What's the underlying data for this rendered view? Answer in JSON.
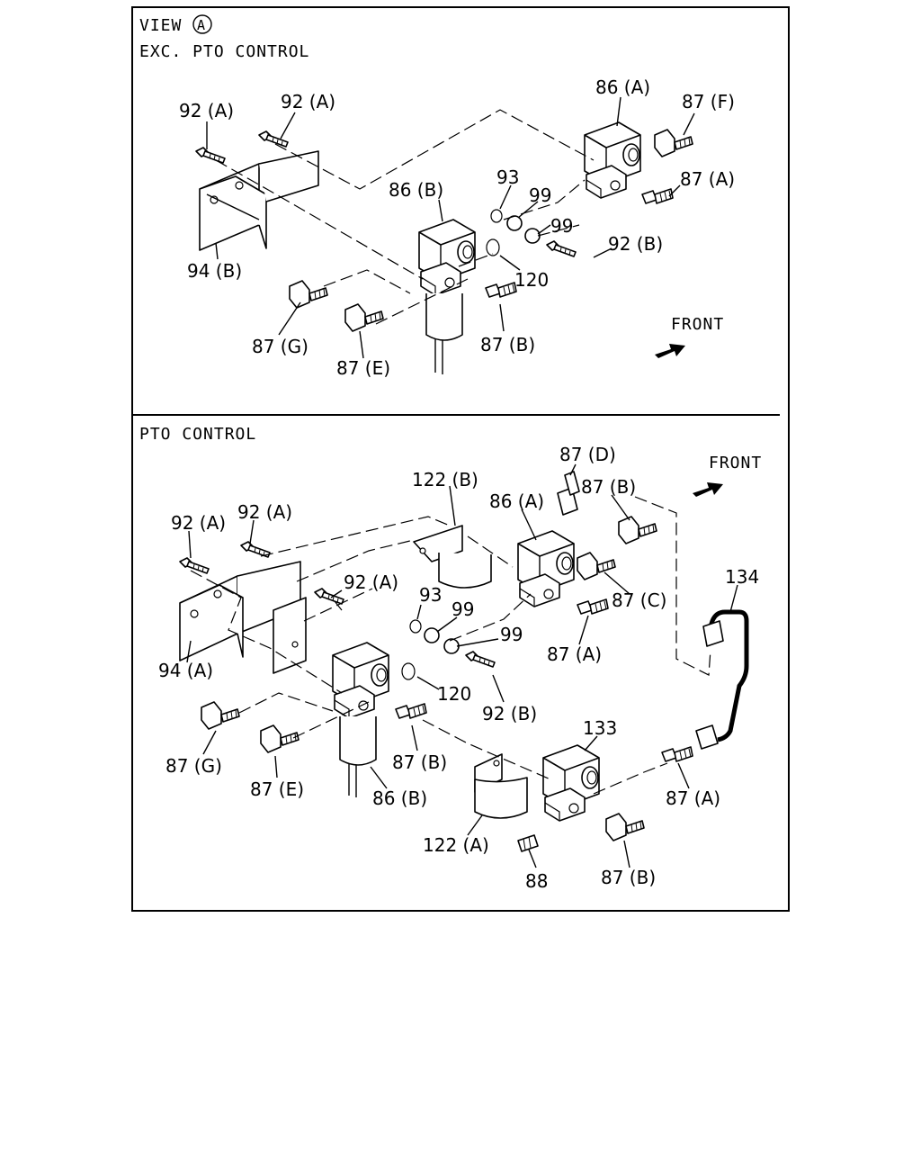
{
  "sections": {
    "top": {
      "view_prefix": "VIEW",
      "view_mark": "A",
      "title": "EXC. PTO CONTROL",
      "front": "FRONT",
      "labels": {
        "l_92a_1": "92 (A)",
        "l_92a_2": "92 (A)",
        "l_86a": "86 (A)",
        "l_87f": "87 (F)",
        "l_87a": "87 (A)",
        "l_86b": "86 (B)",
        "l_93": "93",
        "l_99_1": "99",
        "l_99_2": "99",
        "l_92b": "92 (B)",
        "l_120": "120",
        "l_94b": "94 (B)",
        "l_87g": "87 (G)",
        "l_87e": "87 (E)",
        "l_87b": "87 (B)"
      }
    },
    "bottom": {
      "title": "PTO CONTROL",
      "front": "FRONT",
      "labels": {
        "l_87d": "87 (D)",
        "l_122b": "122 (B)",
        "l_87b_1": "87 (B)",
        "l_86a": "86 (A)",
        "l_92a_1": "92 (A)",
        "l_92a_2": "92 (A)",
        "l_92a_3": "92 (A)",
        "l_134": "134",
        "l_87c": "87 (C)",
        "l_93": "93",
        "l_99_1": "99",
        "l_99_2": "99",
        "l_87a_1": "87 (A)",
        "l_94a": "94 (A)",
        "l_120": "120",
        "l_92b": "92 (B)",
        "l_133": "133",
        "l_87g": "87 (G)",
        "l_87b_2": "87 (B)",
        "l_87e": "87 (E)",
        "l_86b": "86 (B)",
        "l_87a_2": "87 (A)",
        "l_122a": "122 (A)",
        "l_88": "88",
        "l_87b_3": "87 (B)"
      }
    }
  }
}
